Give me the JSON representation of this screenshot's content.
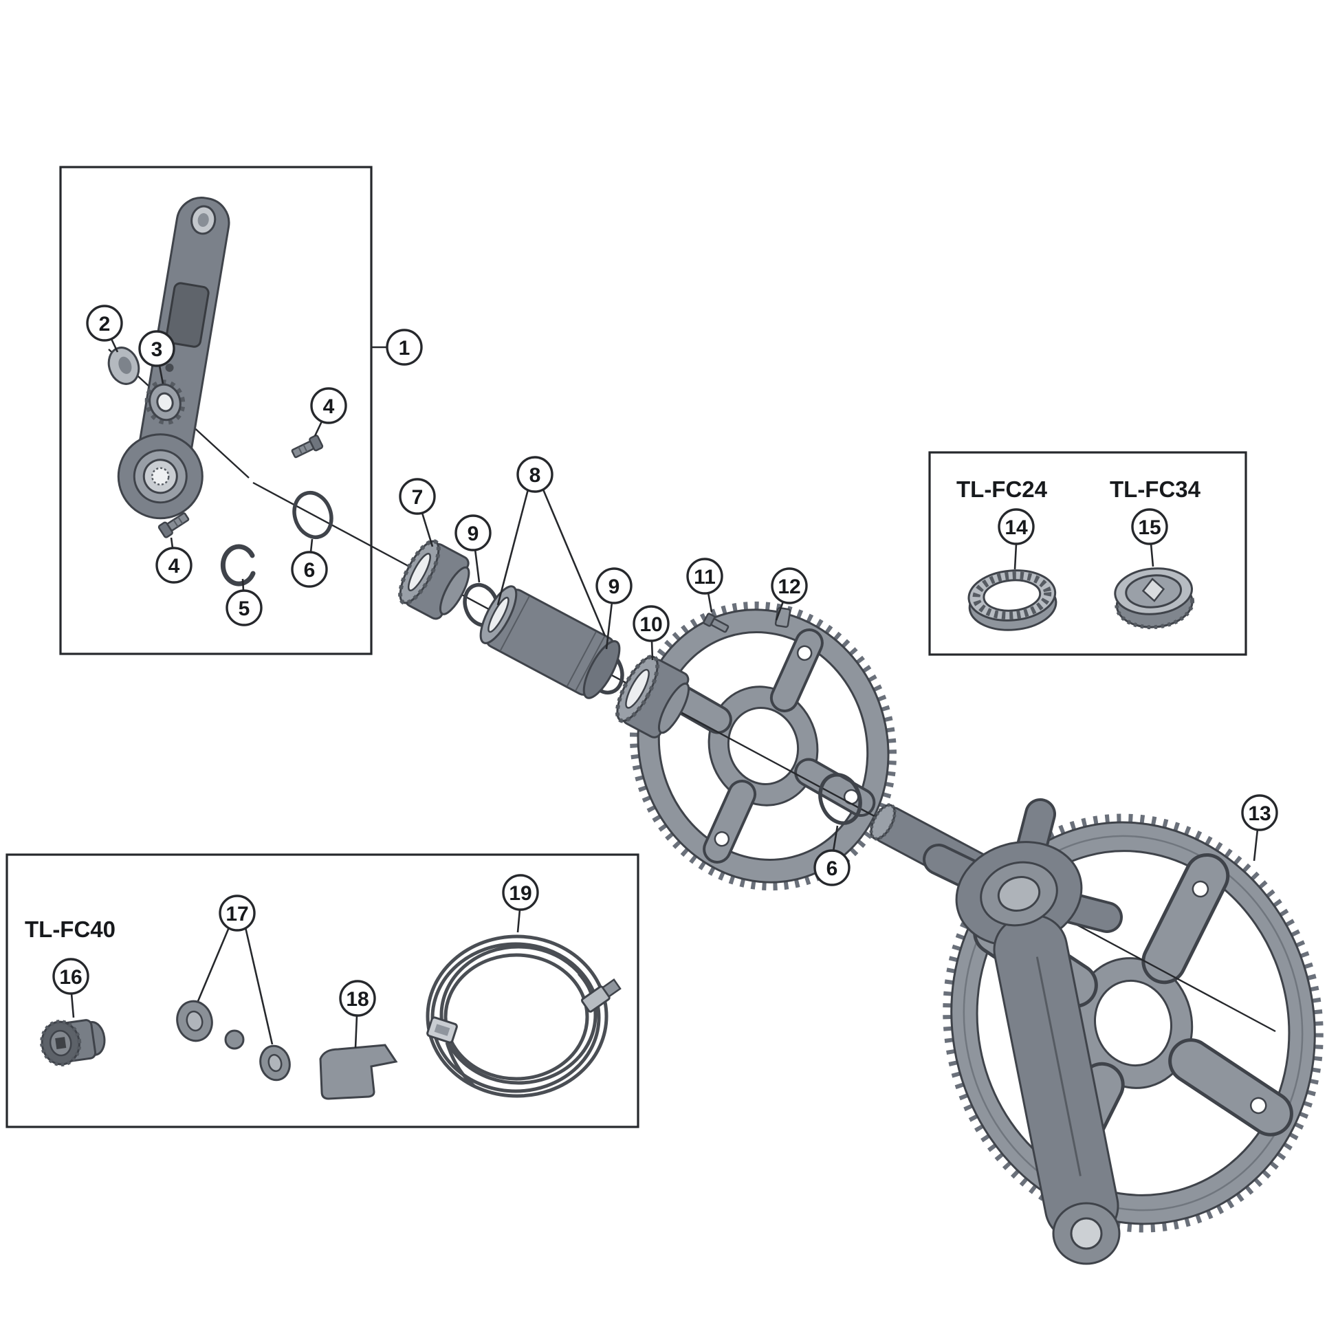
{
  "background": "#ffffff",
  "palette": {
    "outline": "#3f434a",
    "metal": "#7b818a",
    "metal_light": "#9aa0a8",
    "metal_dark": "#60656c",
    "line": "#26282c"
  },
  "diagram": {
    "callouts": [
      "1",
      "2",
      "3",
      "4",
      "4",
      "5",
      "6",
      "7",
      "8",
      "9",
      "9",
      "10",
      "11",
      "12",
      "6",
      "13",
      "14",
      "15",
      "16",
      "17",
      "18",
      "19"
    ],
    "tools": {
      "fc24": "TL-FC24",
      "fc34": "TL-FC34",
      "fc40": "TL-FC40"
    }
  }
}
